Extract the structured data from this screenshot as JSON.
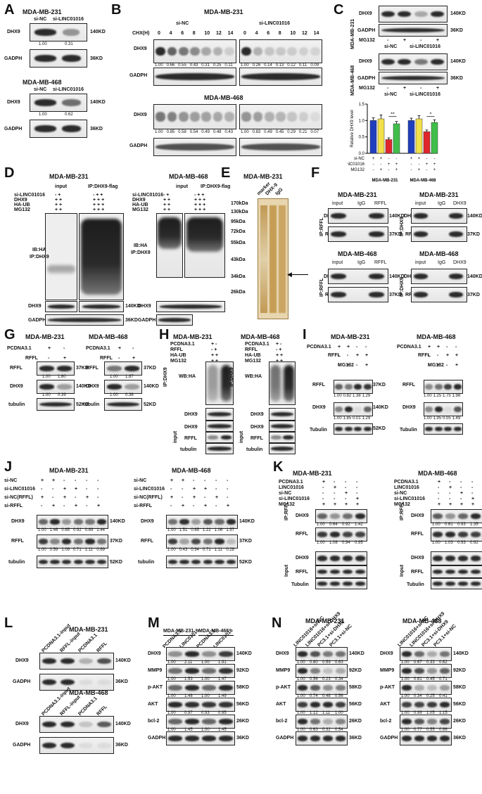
{
  "panels": {
    "A": {
      "letter": "A",
      "cell1": "MDA-MB-231",
      "cell2": "MDA-MB-468",
      "lanes": [
        "si-NC",
        "si-LINC01016"
      ],
      "dhx9": "DHX9",
      "gapdh": "GADPH",
      "kd140": "140KD",
      "kd36": "36KD",
      "q231": [
        "1.00",
        "0.31"
      ],
      "q468": [
        "1.00",
        "0.62"
      ]
    },
    "B": {
      "letter": "B",
      "cell1": "MDA-MB-231",
      "cell2": "MDA-MB-468",
      "chx": "CHX(H)",
      "times": [
        "0",
        "4",
        "6",
        "8",
        "10",
        "12",
        "14"
      ],
      "grp1": "si-NC",
      "grp2": "si-LINC01016",
      "dhx9": "DHX9",
      "gapdh": "GADPH",
      "q231a": [
        "1.00",
        "0.66",
        "0.55",
        "0.43",
        "0.31",
        "0.25",
        "0.11"
      ],
      "q231b": [
        "1.00",
        "0.26",
        "0.14",
        "0.13",
        "0.12",
        "0.11",
        "0.09"
      ],
      "q468a": [
        "1.00",
        "0.85",
        "0.58",
        "0.54",
        "0.49",
        "0.48",
        "0.43"
      ],
      "q468b": [
        "1.00",
        "0.83",
        "0.49",
        "0.45",
        "0.29",
        "0.21",
        "0.07"
      ]
    },
    "C": {
      "letter": "C",
      "cell1": "MDA-MB-231",
      "cell2": "MDA-MB-468",
      "dhx9": "DHX9",
      "gapdh": "GADPH",
      "kd140": "140KD",
      "kd36": "36KD",
      "mg132": "MG132",
      "signs": [
        "-",
        "+",
        "-",
        "+"
      ],
      "grp1": "si-NC",
      "grp2": "si-LINC01016"
    },
    "D": {
      "letter": "D",
      "cell1": "MDA-MB-231",
      "cell2": "MDA-MB-468",
      "input": "input",
      "ip": "IP:DHX9-flag",
      "rows": [
        "si-LINC01016",
        "DHX9",
        "HA-UB",
        "MG132"
      ],
      "signs_input": [
        "- +",
        "+ +",
        "+ +",
        "+ +"
      ],
      "signs_ip": [
        "- + +",
        "+ + +",
        "+ + +",
        "+ + +"
      ],
      "ib": "IB:HA",
      "ipd": "IP:DHX9",
      "dhx9": "DHX9",
      "gapdh": "GADPH",
      "kd140": "140KD",
      "kd36": "36KD"
    },
    "E": {
      "letter": "E",
      "cell": "MDA-MB-231",
      "mw": [
        "170kDa",
        "130kDa",
        "95kDa",
        "72kDa",
        "55kDa",
        "43kDa",
        "34kDa",
        "26kDa"
      ],
      "lanes": [
        "marker",
        "DHX-9",
        "IgG"
      ]
    },
    "F": {
      "letter": "F",
      "cell1": "MDA-MB-231",
      "cell2": "MDA-MB-468",
      "cols1": [
        "input",
        "IgG",
        "RFFL"
      ],
      "cols2": [
        "input",
        "IgG",
        "DHX9"
      ],
      "dhx9": "DHX9",
      "rffl": "RFFL",
      "kd140": "140KD",
      "kd37": "37KD",
      "iprffl": "IP:RFFL",
      "ipdhx9": "IP:DHX9"
    },
    "G": {
      "letter": "G",
      "cell1": "MDA-MB-231",
      "cell2": "MDA-MB-468",
      "pc": "PCDNA3.1",
      "rffl": "RFFL",
      "signs_pc": [
        "+",
        "-"
      ],
      "signs_rffl": [
        "-",
        "+"
      ],
      "dhx9": "DHX9",
      "tubulin": "tubulin",
      "kd37": "37KD",
      "kd140": "140KD",
      "kd52": "52KD",
      "q231_rffl": [
        "1.00",
        "1.60"
      ],
      "q231_dhx9": [
        "1.00",
        "0.39"
      ],
      "q468_rffl": [
        "1.00",
        "1.87"
      ],
      "q468_dhx9": [
        "1.00",
        "0.36"
      ]
    },
    "H": {
      "letter": "H",
      "cell1": "MDA-MB-231",
      "cell2": "MDA-MB-468",
      "rows": [
        "PCDNA3.1",
        "RFFL",
        "HA-UB",
        "MG132"
      ],
      "signs": [
        "+ -",
        "- +",
        "+ +",
        "+ +"
      ],
      "ipdhx9": "IP:DHX9",
      "wb": "WB:HA",
      "dhx9": "DHX9",
      "rffl": "RFFL",
      "tubulin": "tubulin",
      "input": "input"
    },
    "I": {
      "letter": "I",
      "cell1": "MDA-MB-231",
      "cell2": "MDA-MB-468",
      "pc": "PCDNA3.1",
      "rffl": "RFFL",
      "mg132": "MG132",
      "signs_pc": [
        "+",
        "+",
        "-",
        "-"
      ],
      "signs_rffl": [
        "-",
        "-",
        "+",
        "+"
      ],
      "signs_mg": [
        "-",
        "+",
        "-",
        "+"
      ],
      "dhx9": "DHX9",
      "tubulin": "Tubulin",
      "kd37": "37KD",
      "kd140": "140KD",
      "kd52": "52KD",
      "q231_rffl": [
        "1.00",
        "0.82",
        "1.38",
        "1.29"
      ],
      "q231_dhx9": [
        "1.00",
        "1.85",
        "0.01",
        "1.29"
      ],
      "q468_rffl": [
        "1.00",
        "1.25",
        "1.75",
        "1.98"
      ],
      "q468_dhx9": [
        "1.00",
        "1.95",
        "0.05",
        "1.49"
      ]
    },
    "J": {
      "letter": "J",
      "cell1": "MDA-MB-231",
      "cell2": "MDA-MB-468",
      "rows": [
        "si-NC",
        "si-LINC01016",
        "si-NC(RFFL)",
        "si-RFFL"
      ],
      "signs": [
        [
          "+",
          "+",
          "-",
          "-",
          "-",
          "-"
        ],
        [
          "-",
          "-",
          "+",
          "+",
          "-",
          "-"
        ],
        [
          "+",
          "-",
          "+",
          "-",
          "+",
          "-"
        ],
        [
          "-",
          "+",
          "-",
          "+",
          "-",
          "+"
        ]
      ],
      "dhx9": "DHX9",
      "rffl": "RFFL",
      "tubulin": "tubulin",
      "kd140": "140KD",
      "kd37": "37KD",
      "kd52": "52KD",
      "q231_dhx9": [
        "1.00",
        "1.46",
        "0.65",
        "0.92",
        "0.89",
        "1.44"
      ],
      "q231_rffl": [
        "1.00",
        "0.59",
        "1.09",
        "0.71",
        "1.11",
        "0.69"
      ],
      "q468_dhx9": [
        "1.00",
        "1.51",
        "0.65",
        "1.22",
        "1.06",
        "1.57"
      ],
      "q468_rffl": [
        "1.00",
        "0.43",
        "0.94",
        "0.71",
        "1.11",
        "0.28"
      ]
    },
    "K": {
      "letter": "K",
      "cell1": "MDA-MB-231",
      "cell2": "MDA-MB-468",
      "rows": [
        "PCDNA3.1",
        "LINC01016",
        "si-NC",
        "si-LINC01016",
        "MG132"
      ],
      "signs": [
        [
          "+",
          "-",
          "-",
          "-"
        ],
        [
          "-",
          "+",
          "-",
          "-"
        ],
        [
          "-",
          "-",
          "+",
          "-"
        ],
        [
          "-",
          "-",
          "-",
          "+"
        ],
        [
          "+",
          "+",
          "+",
          "+"
        ]
      ],
      "iprffl": "IP:RFFL",
      "input": "Input",
      "dhx9": "DHX9",
      "rffl": "RFFL",
      "tubulin": "Tubulin",
      "q231_dhx9": [
        "1.00",
        "0.64",
        "0.92",
        "1.42"
      ],
      "q231_rffl": [
        "1.00",
        "1.08",
        "0.94",
        "0.95"
      ],
      "q468_dhx9": [
        "1.00",
        "0.61",
        "0.93",
        "1.35"
      ],
      "q468_rffl": [
        "1.00",
        "1.03",
        "0.93",
        "0.92"
      ]
    },
    "L": {
      "letter": "L",
      "cell1": "MDA-MB-231",
      "cell2": "MDA-MB-468",
      "lanes": [
        "PCDNA3.1-input",
        "RFFL-input",
        "PCDNA3.1",
        "RFFL"
      ],
      "dhx9": "DHX9",
      "gapdh": "GADPH",
      "kd140": "140KD",
      "kd36": "36KD"
    },
    "M": {
      "letter": "M",
      "cell1": "MDA-MB-231",
      "cell2": "MDA-MB-468",
      "lanes": [
        "PCDNA3.1",
        "LINC01016",
        "PCDNA3.1",
        "LINC01016"
      ],
      "rows": [
        "DHX9",
        "MMP9",
        "p-AKT",
        "AKT",
        "bcl-2",
        "GADPH"
      ],
      "kds": [
        "140KD",
        "92KD",
        "58KD",
        "56KD",
        "26KD",
        "36KD"
      ],
      "q": [
        [
          "1.00",
          "2.11",
          "1.00",
          "1.91"
        ],
        [
          "1.00",
          "1.53",
          "1.00",
          "1.47"
        ],
        [
          "1.00",
          "1.48",
          "1.00",
          "1.49"
        ],
        [
          "1.00",
          "0.97",
          "0.93",
          "0.95"
        ],
        [
          "1.00",
          "1.45",
          "1.00",
          "1.45"
        ]
      ]
    },
    "N": {
      "letter": "N",
      "cell1": "MDA-MB-231",
      "cell2": "MDA-MB-468",
      "lanes": [
        "LINC01016+si-NC",
        "LINC01016+si-DHX9",
        "PC3.1+si-DHX9",
        "PC3.1+si-NC"
      ],
      "rows": [
        "DHX9",
        "MMP9",
        "p-AKT",
        "AKT",
        "bcl-2",
        "GADPH"
      ],
      "kds": [
        "140KD",
        "92KD",
        "58KD",
        "56KD",
        "26KD",
        "36KD"
      ],
      "q231": [
        [
          "1.00",
          "0.80",
          "0.59",
          "0.63"
        ],
        [
          "1.00",
          "0.56",
          "0.23",
          "0.34"
        ],
        [
          "1.00",
          "0.74",
          "0.48",
          "0.56"
        ],
        [
          "1.00",
          "1.12",
          "1.11",
          "1.00"
        ],
        [
          "1.00",
          "0.63",
          "0.32",
          "0.54"
        ]
      ],
      "q468": [
        [
          "1.00",
          "0.67",
          "0.33",
          "0.62"
        ],
        [
          "1.00",
          "0.81",
          "0.45",
          "0.71"
        ],
        [
          "1.00",
          "0.34",
          "0.25",
          "0.41"
        ],
        [
          "1.00",
          "0.99",
          "1.05",
          "1.15"
        ],
        [
          "1.00",
          "0.77",
          "0.55",
          "0.86"
        ]
      ]
    }
  },
  "chart_data": {
    "type": "bar",
    "ylabel": "Relative DHX9 level",
    "ylim": [
      0,
      1.5
    ],
    "yticks": [
      "0.0",
      "0.5",
      "1.0",
      "1.5"
    ],
    "groups": [
      "MDA-MB-231",
      "MDA-MB-468"
    ],
    "conditions": {
      "si-NC": [
        "+",
        "+",
        "-",
        "-",
        "+",
        "+",
        "-",
        "-"
      ],
      "si-LINC01016": [
        "-",
        "-",
        "+",
        "+",
        "-",
        "-",
        "+",
        "+"
      ],
      "MG132": [
        "-",
        "+",
        "-",
        "+",
        "-",
        "+",
        "-",
        "+"
      ]
    },
    "values": [
      1.0,
      1.05,
      0.42,
      0.9,
      1.0,
      1.05,
      0.66,
      0.94
    ],
    "errors": [
      0.08,
      0.12,
      0.05,
      0.07,
      0.07,
      0.1,
      0.05,
      0.08
    ],
    "colors": [
      "#1f3fbf",
      "#f2e04a",
      "#e0262b",
      "#3fbf4a",
      "#1f3fbf",
      "#f2e04a",
      "#e0262b",
      "#3fbf4a"
    ],
    "significance": [
      "**",
      "*"
    ]
  }
}
